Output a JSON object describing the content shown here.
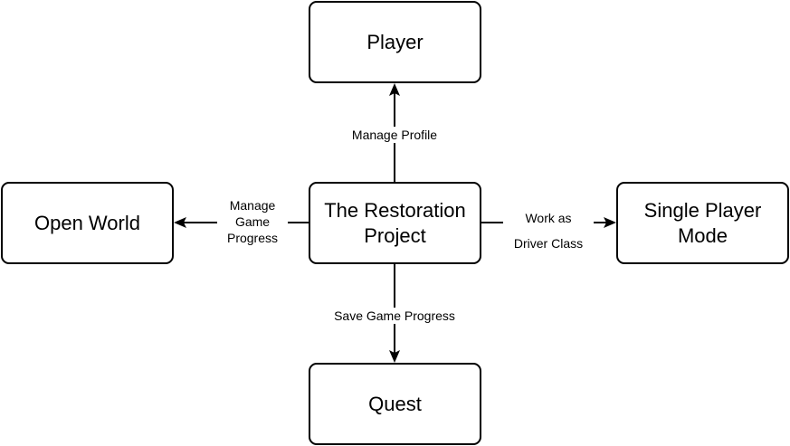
{
  "nodes": {
    "player": "Player",
    "open_world": "Open World",
    "restoration": "The Restoration\nProject",
    "single_player": "Single Player\nMode",
    "quest": "Quest"
  },
  "edges": {
    "manage_profile": "Manage Profile",
    "manage_game_progress": "Manage\nGame\nProgress",
    "work_as_driver_class": "Work as\nDriver Class",
    "save_game_progress": "Save Game Progress"
  },
  "colors": {
    "stroke": "#000000",
    "fill": "#ffffff"
  }
}
